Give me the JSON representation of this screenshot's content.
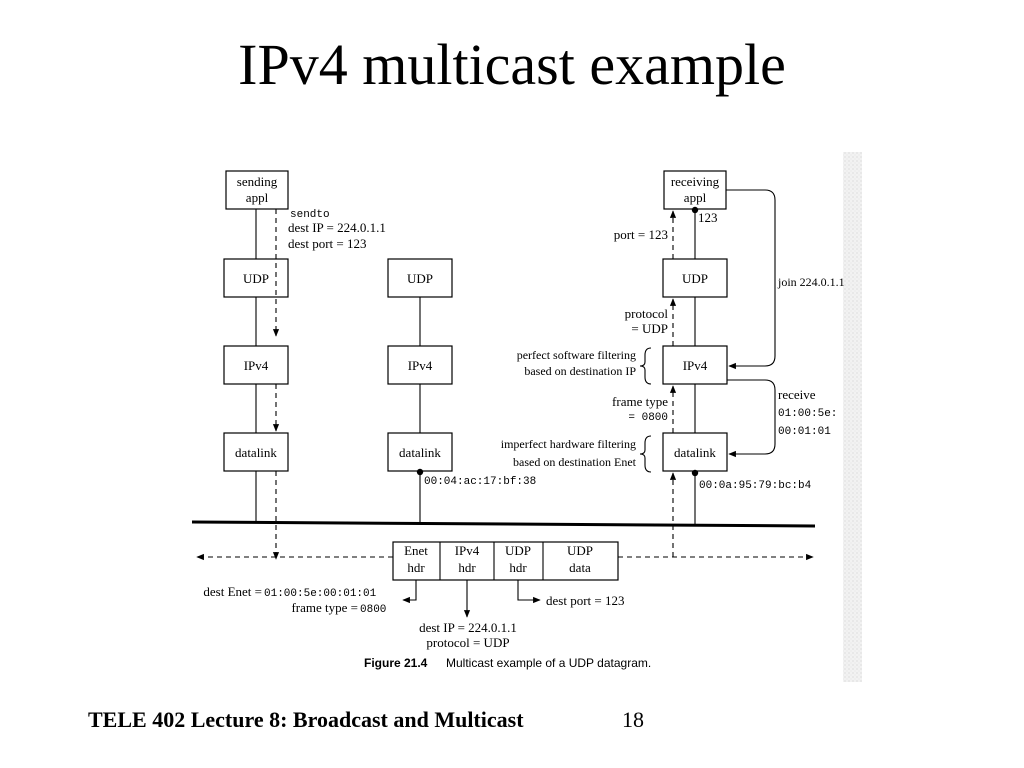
{
  "slide": {
    "title": "IPv4 multicast example",
    "footer": "TELE 402 Lecture 8: Broadcast and Multicast",
    "page_number": "18"
  },
  "figure": {
    "sender": {
      "appl": [
        "sending",
        "appl"
      ],
      "udp": "UDP",
      "ipv4": "IPv4",
      "datalink": "datalink",
      "annotation": [
        "sendto",
        "dest IP = 224.0.1.1",
        "dest port = 123"
      ]
    },
    "middle_host": {
      "udp": "UDP",
      "ipv4": "IPv4",
      "datalink": "datalink",
      "mac": "00:04:ac:17:bf:38"
    },
    "receiver": {
      "appl": [
        "receiving",
        "appl"
      ],
      "port_badge": "123",
      "udp": "UDP",
      "ipv4": "IPv4",
      "datalink": "datalink",
      "mac": "00:0a:95:79:bc:b4",
      "port_label": "port = 123",
      "protocol_label": [
        "protocol",
        "= UDP"
      ],
      "frame_type_label": "frame type",
      "frame_type_value": "= 0800",
      "software_filter": [
        "perfect software filtering",
        "based on destination IP"
      ],
      "hardware_filter": [
        "imperfect hardware filtering",
        "based on destination Enet"
      ],
      "join": "join 224.0.1.1",
      "receive": "receive",
      "receive_mac": [
        "01:00:5e:",
        "00:01:01"
      ]
    },
    "frame": {
      "cells": [
        [
          "Enet",
          "hdr"
        ],
        [
          "IPv4",
          "hdr"
        ],
        [
          "UDP",
          "hdr"
        ],
        [
          "UDP",
          "data"
        ]
      ],
      "dest_enet_label": "dest Enet =",
      "dest_enet_value": "01:00:5e:00:01:01",
      "frame_type_label": "frame type =",
      "frame_type_value": "0800",
      "dest_port": "dest port = 123",
      "dest_ip": "dest IP = 224.0.1.1",
      "protocol": "protocol = UDP"
    },
    "caption": {
      "number": "Figure 21.4",
      "text": "Multicast example of a UDP datagram."
    }
  }
}
